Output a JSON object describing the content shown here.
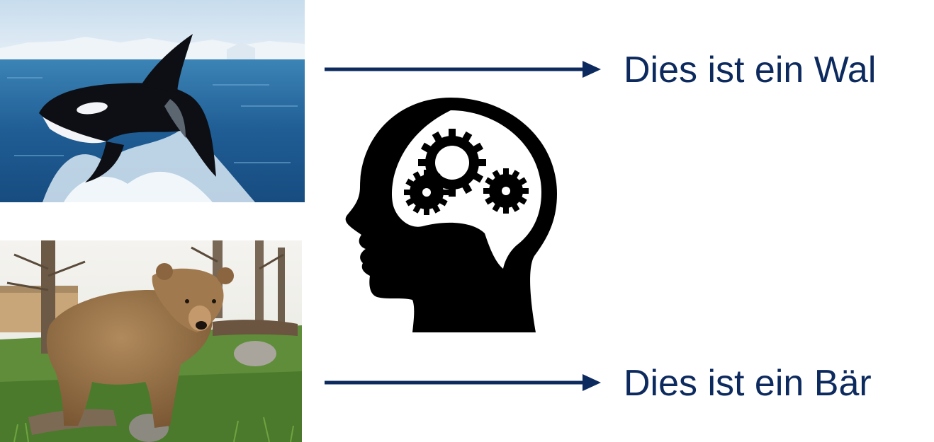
{
  "labels": {
    "whale": "Dies ist ein Wal",
    "bear": "Dies ist ein Bär"
  },
  "images": {
    "whale": "orca-photo",
    "bear": "brown-bear-photo"
  },
  "icons": {
    "head": "head-with-gears-icon",
    "arrow": "right-arrow-icon"
  },
  "colors": {
    "text": "#0d2a5e",
    "arrow": "#0d2a5e",
    "icon": "#000000"
  }
}
